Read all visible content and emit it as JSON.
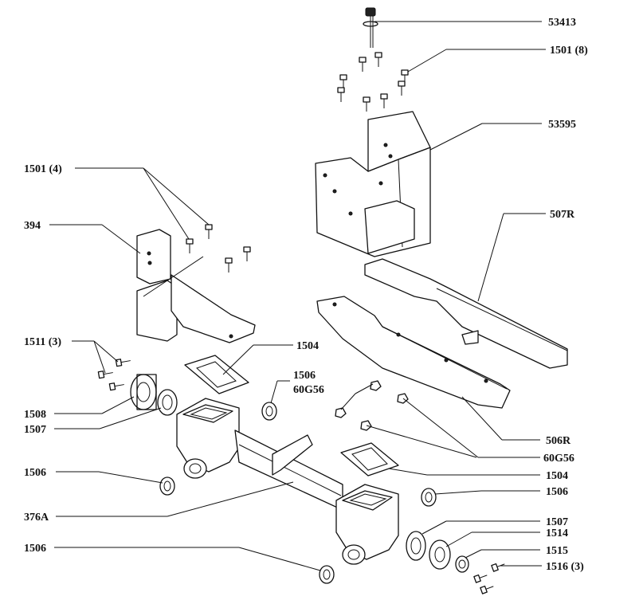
{
  "labels": {
    "53413": "53413",
    "1501_8": "1501 (8)",
    "53595": "53595",
    "1501_4": "1501 (4)",
    "507R": "507R",
    "394": "394",
    "1511_3": "1511 (3)",
    "1504_top": "1504",
    "1506_a": "1506",
    "60G56_a": "60G56",
    "1508": "1508",
    "1507_a": "1507",
    "506R": "506R",
    "60G56_b": "60G56",
    "1506_left": "1506",
    "1504_right": "1504",
    "1506_right": "1506",
    "376A": "376A",
    "1507_b": "1507",
    "1514": "1514",
    "1515": "1515",
    "1506_bottom": "1506",
    "1516_3": "1516 (3)"
  }
}
